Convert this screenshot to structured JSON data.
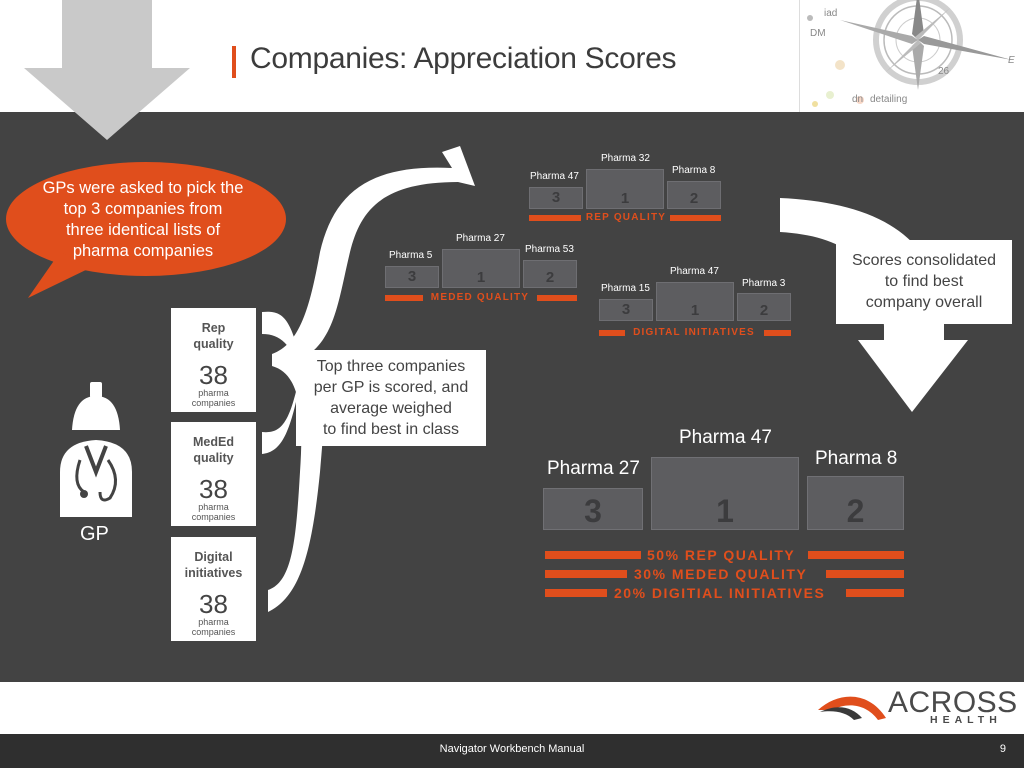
{
  "header": {
    "title": "Companies: Appreciation Scores",
    "compass_labels": [
      "iad",
      "DM",
      "E",
      "dn",
      "detailing"
    ],
    "compass_number": "26"
  },
  "bubble": {
    "lines": [
      "GPs were asked to pick the",
      "top 3 companies from",
      "three identical lists of",
      "pharma companies"
    ]
  },
  "gp_label": "GP",
  "cards": [
    {
      "label_lines": [
        "Rep",
        "quality"
      ],
      "count": "38",
      "sub_lines": [
        "pharma",
        "companies"
      ]
    },
    {
      "label_lines": [
        "MedEd",
        "quality"
      ],
      "count": "38",
      "sub_lines": [
        "pharma",
        "companies"
      ]
    },
    {
      "label_lines": [
        "Digital",
        "initiatives"
      ],
      "count": "38",
      "sub_lines": [
        "pharma",
        "companies"
      ]
    }
  ],
  "scored_box": {
    "lines": [
      "Top three companies",
      "per GP is scored, and",
      "average weighed",
      "to find best in class"
    ]
  },
  "consolidated_box": {
    "lines": [
      "Scores consolidated",
      "to find best",
      "company overall"
    ]
  },
  "podiums": {
    "rep": {
      "caption": "REP QUALITY",
      "left": {
        "name": "Pharma 47",
        "rank": "3"
      },
      "center": {
        "name": "Pharma 32",
        "rank": "1"
      },
      "right": {
        "name": "Pharma 8",
        "rank": "2"
      }
    },
    "meded": {
      "caption": "MEDED QUALITY",
      "left": {
        "name": "Pharma 5",
        "rank": "3"
      },
      "center": {
        "name": "Pharma 27",
        "rank": "1"
      },
      "right": {
        "name": "Pharma 53",
        "rank": "2"
      }
    },
    "digital": {
      "caption": "DIGITAL INITIATIVES",
      "left": {
        "name": "Pharma 15",
        "rank": "3"
      },
      "center": {
        "name": "Pharma 47",
        "rank": "1"
      },
      "right": {
        "name": "Pharma 3",
        "rank": "2"
      }
    },
    "overall": {
      "left": {
        "name": "Pharma 27",
        "rank": "3"
      },
      "center": {
        "name": "Pharma 47",
        "rank": "1"
      },
      "right": {
        "name": "Pharma 8",
        "rank": "2"
      }
    }
  },
  "weights": [
    "50% REP QUALITY",
    "30% MEDED QUALITY",
    "20% DIGITIAL INITIATIVES"
  ],
  "logo": {
    "name": "ACROSS",
    "sub": "HEALTH"
  },
  "footer": {
    "text": "Navigator Workbench Manual",
    "page": "9"
  },
  "colors": {
    "accent": "#e04e1c",
    "panel": "#434343",
    "block": "#5d5d60",
    "footer": "#2f2f2f"
  }
}
